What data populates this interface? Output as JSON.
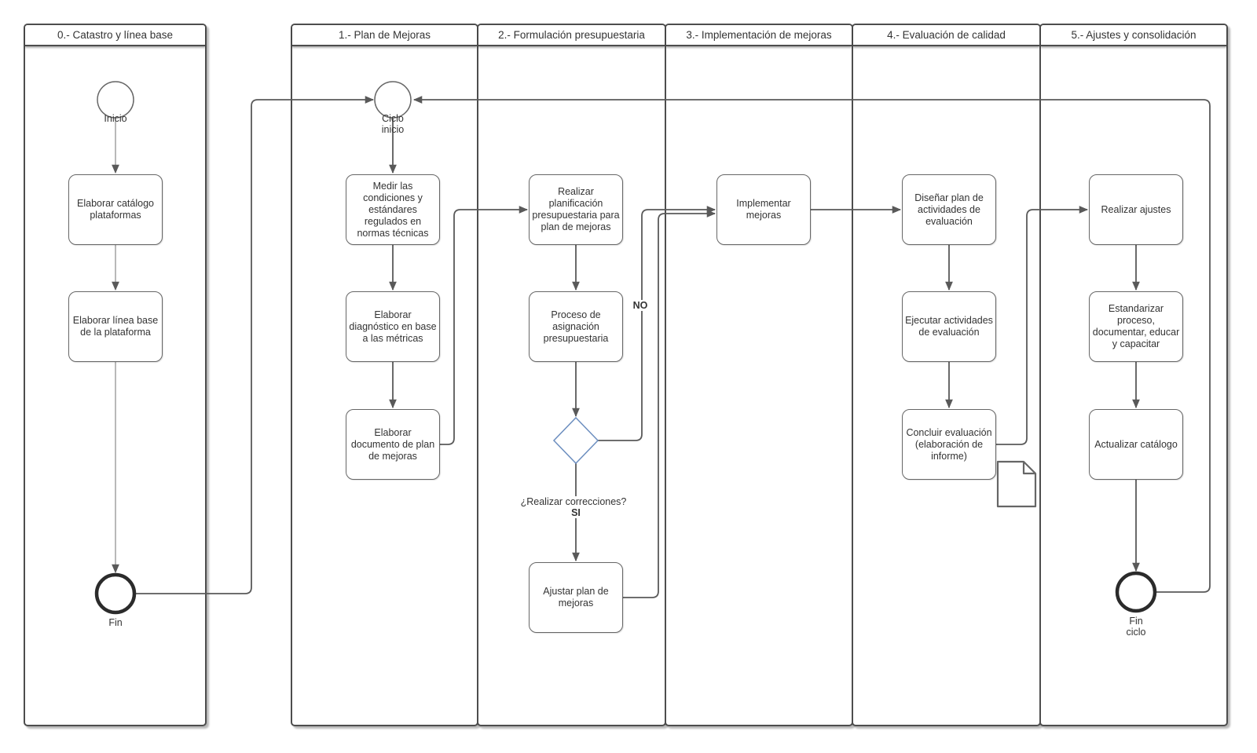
{
  "diagram": {
    "lanes": [
      {
        "title": "0.- Catastro y línea base"
      },
      {
        "title": "1.- Plan de Mejoras"
      },
      {
        "title": "2.- Formulación presupuestaria"
      },
      {
        "title": "3.- Implementación de mejoras"
      },
      {
        "title": "4.- Evaluación de calidad"
      },
      {
        "title": "5.- Ajustes y consolidación"
      }
    ],
    "nodes": {
      "inicio": {
        "label": "Inicio"
      },
      "catalogo": {
        "label": "Elaborar catálogo plataformas"
      },
      "linea": {
        "label": "Elaborar línea base de la plataforma"
      },
      "fin": {
        "label": "Fin"
      },
      "ciclo_inicio": {
        "label": "Ciclo inicio"
      },
      "medir": {
        "label": "Medir las condiciones y estándares regulados en normas técnicas"
      },
      "diagnostico": {
        "label": "Elaborar diagnóstico en base a las métricas"
      },
      "documento": {
        "label": "Elaborar documento de plan de mejoras"
      },
      "planificacion": {
        "label": "Realizar planificación presupuestaria para plan de mejoras"
      },
      "asignacion": {
        "label": "Proceso de asignación presupuestaria"
      },
      "ajustar": {
        "label": "Ajustar plan de mejoras"
      },
      "implementar": {
        "label": "Implementar mejoras"
      },
      "disenar": {
        "label": "Diseñar plan de actividades de evaluación"
      },
      "ejecutar": {
        "label": "Ejecutar actividades de evaluación"
      },
      "concluir": {
        "label": "Concluir evaluación (elaboración de informe)"
      },
      "realizar_ajustes": {
        "label": "Realizar ajustes"
      },
      "estandarizar": {
        "label": "Estandarizar proceso, documentar, educar y capacitar"
      },
      "actualizar": {
        "label": "Actualizar catálogo"
      },
      "fin_ciclo": {
        "label": "Fin ciclo"
      }
    },
    "edge_labels": {
      "question": "¿Realizar correcciones?",
      "yes": "SI",
      "no": "NO"
    },
    "colors": {
      "lane_border": "#4d4d4d",
      "shape_border": "#666666",
      "edge": "#595959",
      "decision_border": "#6c8ebf",
      "text": "#333333",
      "background": "#ffffff"
    }
  }
}
